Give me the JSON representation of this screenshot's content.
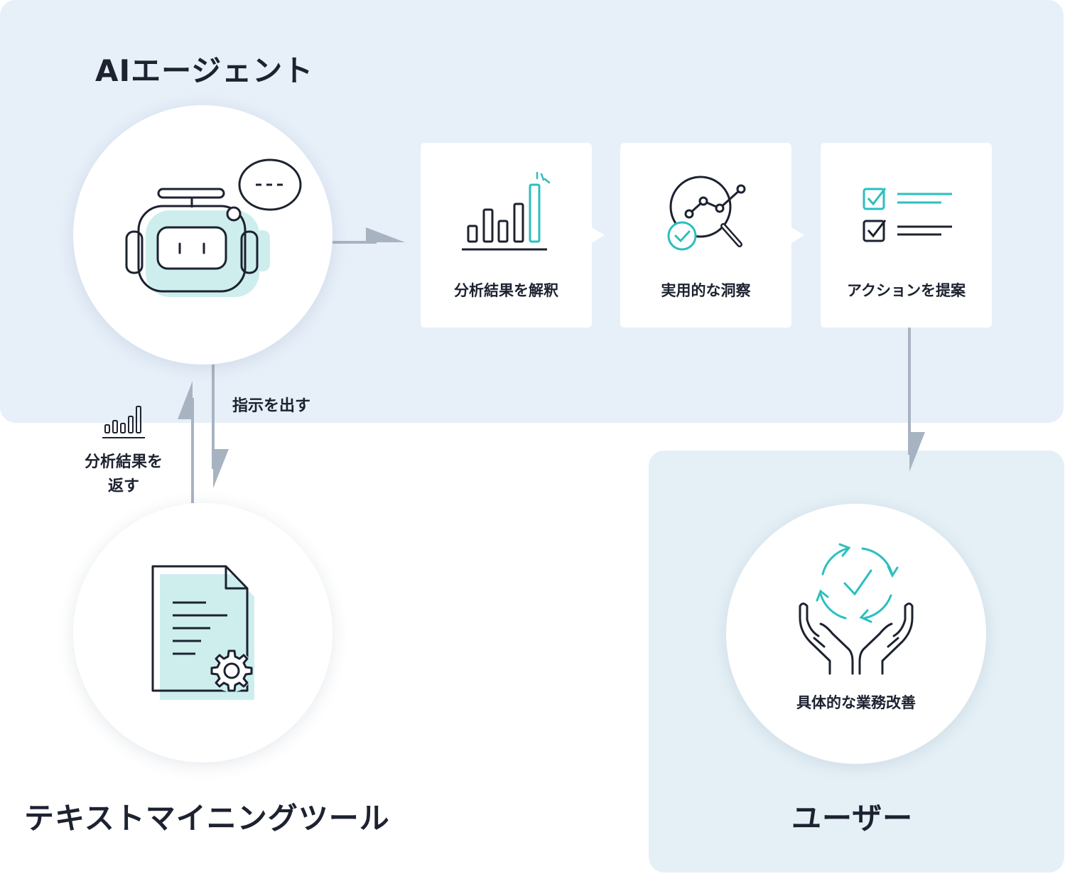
{
  "agent": {
    "title": "AIエージェント"
  },
  "steps": [
    {
      "label": "分析結果を解釈",
      "icon": "bar-chart-icon"
    },
    {
      "label": "実用的な洞察",
      "icon": "magnifier-chart-icon"
    },
    {
      "label": "アクションを提案",
      "icon": "checklist-icon"
    }
  ],
  "links": {
    "instruct": "指示を出す",
    "return_line1": "分析結果を",
    "return_line2": "返す"
  },
  "tool": {
    "title": "テキストマイニングツール"
  },
  "user": {
    "title": "ユーザー",
    "result": "具体的な業務改善"
  },
  "colors": {
    "panel": "#e7eff9",
    "panel_user": "#e5f0f6",
    "accent": "#2bbfbf",
    "tint": "#cdeeed",
    "arrow": "#a8b3c2",
    "ink": "#1c2230"
  }
}
